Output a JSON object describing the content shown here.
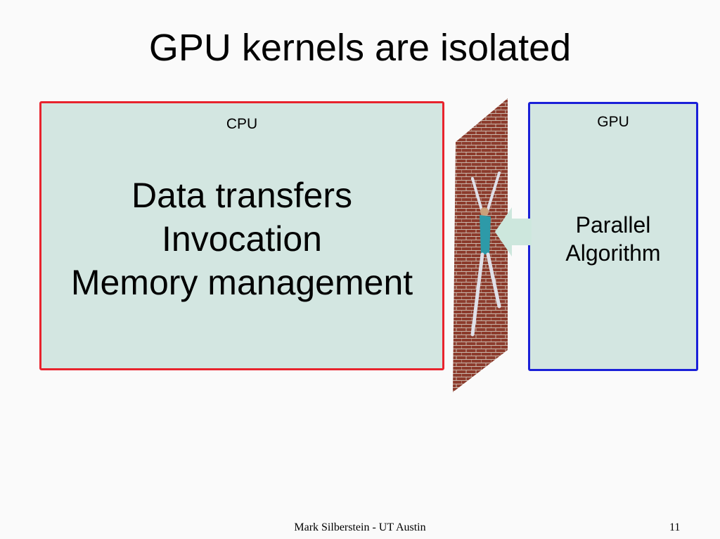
{
  "slide": {
    "title": "GPU kernels are isolated",
    "cpu": {
      "label": "CPU",
      "lines": [
        "Data transfers",
        "Invocation",
        "Memory management"
      ]
    },
    "gpu": {
      "label": "GPU",
      "lines": [
        "Parallel",
        "Algorithm"
      ]
    },
    "footer": "Mark Silberstein - UT Austin",
    "page_number": "11"
  },
  "colors": {
    "cpu_border": "#e8232d",
    "gpu_border": "#1a20d8",
    "box_fill": "#d3e6e1",
    "brick": "#8c3b2c",
    "arrow_fill": "#cde7dd"
  },
  "icons": {
    "wall": "brick-wall-icon",
    "figure": "person-hitting-wall-icon",
    "arrow": "left-arrow-icon"
  }
}
